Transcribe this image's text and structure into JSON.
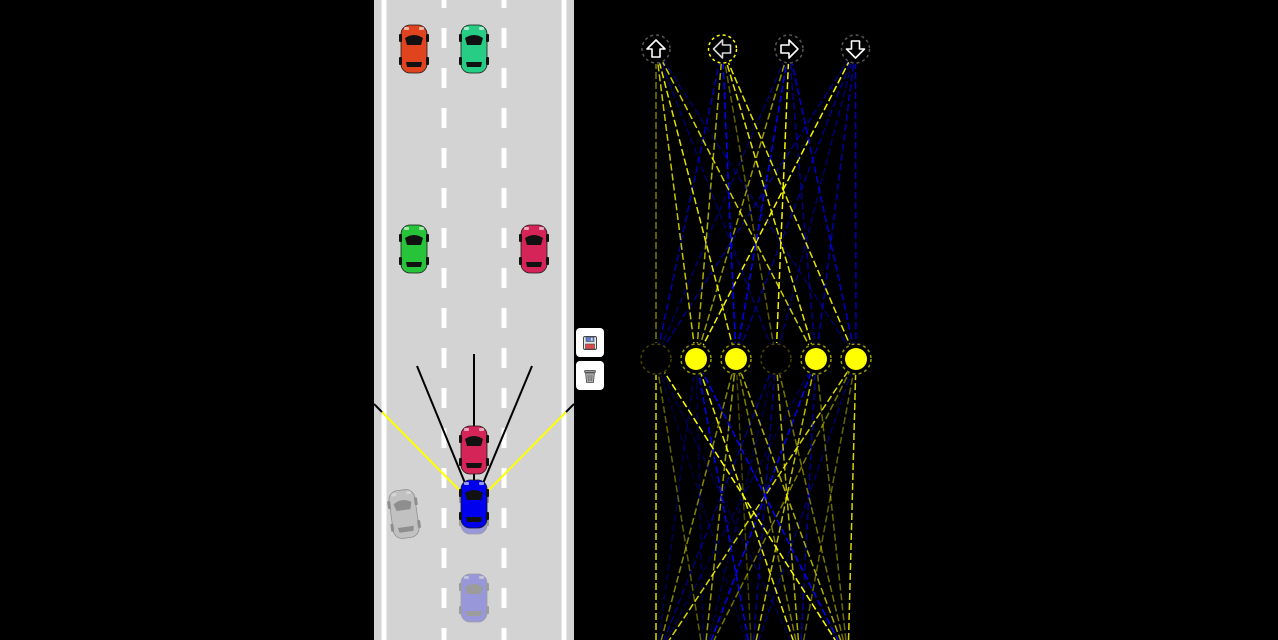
{
  "road": {
    "lane_count": 3,
    "colors": {
      "asphalt": "#d3d3d3",
      "border": "#ffffff",
      "lane_dash": "#ffffff",
      "sensor_clear": "#000000",
      "sensor_hit": "#ffff00"
    }
  },
  "cars": {
    "traffic": [
      {
        "id": "traffic-red",
        "color": "#e0441f"
      },
      {
        "id": "traffic-teal",
        "color": "#27cc85"
      },
      {
        "id": "traffic-green",
        "color": "#27c43a"
      },
      {
        "id": "traffic-pink-far",
        "color": "#d52558"
      },
      {
        "id": "traffic-pink-near",
        "color": "#d52558"
      }
    ],
    "best_car": {
      "id": "best-car",
      "color": "#0000ee"
    },
    "ghost_cars": [
      {
        "id": "ghost-blue-1",
        "color": "#0000ee"
      },
      {
        "id": "ghost-blue-2",
        "color": "#0000ee"
      },
      {
        "id": "ghost-damaged",
        "color": "#a0a0a0"
      }
    ]
  },
  "controls": {
    "save_icon": "floppy-disk-icon",
    "discard_icon": "trash-can-icon"
  },
  "network": {
    "outputs": [
      {
        "icon": "arrow-up-icon",
        "active": false
      },
      {
        "icon": "arrow-left-icon",
        "active": true
      },
      {
        "icon": "arrow-right-icon",
        "active": false
      },
      {
        "icon": "arrow-down-icon",
        "active": false
      }
    ],
    "hidden": [
      0.0,
      1.0,
      1.0,
      0.0,
      1.0,
      1.0
    ],
    "colors": {
      "positive": "#ffff00",
      "negative": "#0000ff",
      "node_off": "#000000"
    }
  }
}
